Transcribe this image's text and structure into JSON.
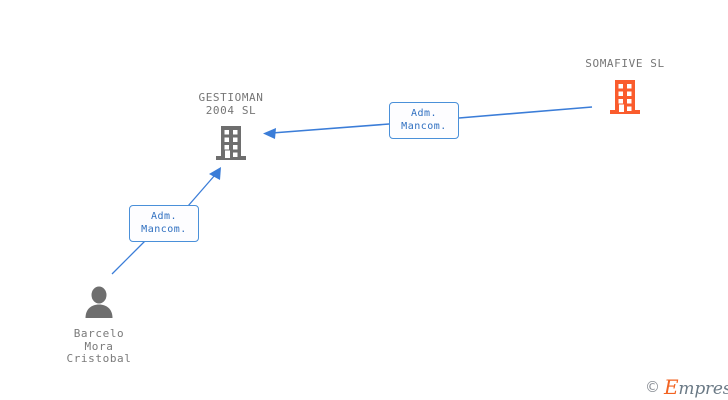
{
  "diagram": {
    "nodes": [
      {
        "id": "somafive",
        "label": "SOMAFIVE SL",
        "icon": "building-icon",
        "color": "#fa5c2d",
        "type": "company"
      },
      {
        "id": "gestioman",
        "label": "GESTIOMAN\n2004 SL",
        "icon": "building-icon",
        "color": "#6e6e6e",
        "type": "company"
      },
      {
        "id": "barcelo",
        "label": "Barcelo\nMora\nCristobal",
        "icon": "person-icon",
        "color": "#6e6e6e",
        "type": "person"
      }
    ],
    "edges": [
      {
        "id": "edge-somafive-gestioman",
        "label": "Adm.\nMancom.",
        "from": "somafive",
        "to": "gestioman",
        "color": "#3b7dd8"
      },
      {
        "id": "edge-barcelo-gestioman",
        "label": "Adm.\nMancom.",
        "from": "barcelo",
        "to": "gestioman",
        "color": "#3b7dd8"
      }
    ]
  },
  "watermark": {
    "copyright": "©",
    "brand_cap": "E",
    "brand_rest": "mpresia"
  }
}
